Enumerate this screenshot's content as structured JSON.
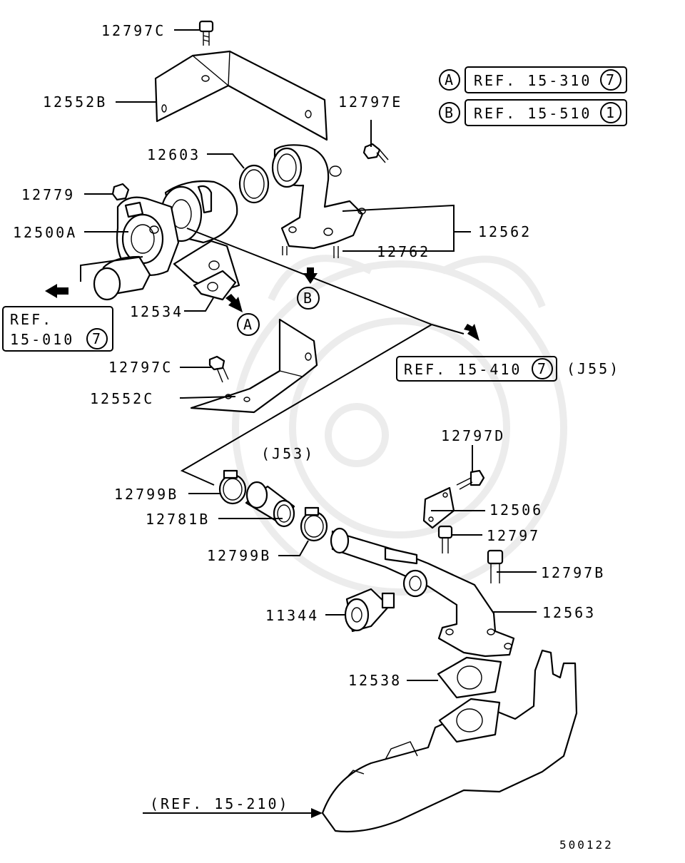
{
  "diagram": {
    "parts": {
      "p12797C_top": "12797C",
      "p12552B": "12552B",
      "p12797E": "12797E",
      "p12603": "12603",
      "p12779": "12779",
      "p12500A": "12500A",
      "p12562": "12562",
      "p12762": "12762",
      "p12534": "12534",
      "p12797C_mid": "12797C",
      "p12552C": "12552C",
      "p12797D": "12797D",
      "p12799B_top": "12799B",
      "p12781B": "12781B",
      "p12506": "12506",
      "p12797": "12797",
      "p12799B_bot": "12799B",
      "p12797B": "12797B",
      "p12563": "12563",
      "p11344": "11344",
      "p12538": "12538"
    },
    "refs": {
      "refA_letter": "A",
      "refA_text": "REF. 15-310",
      "refA_num": "7",
      "refB_letter": "B",
      "refB_text": "REF. 15-510",
      "refB_num": "1",
      "ref_left_line1": "REF.",
      "ref_left_line2": "15-010",
      "ref_left_num": "7",
      "ref_mid_text": "REF. 15-410",
      "ref_mid_num": "7",
      "ref_mid_suffix": "(J55)",
      "ref_bottom": "(REF. 15-210)",
      "j53": "(J53)",
      "marker_A": "A",
      "marker_B": "B"
    },
    "catalog_number": "500122"
  }
}
